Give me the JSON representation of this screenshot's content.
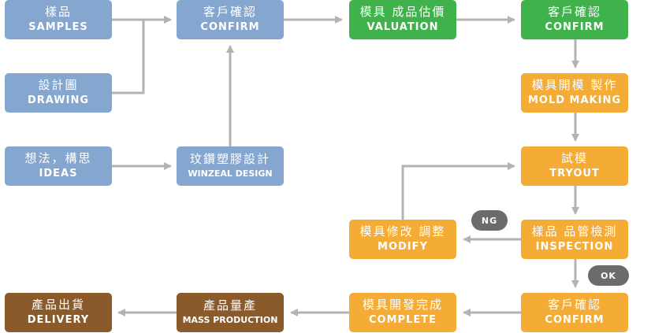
{
  "nodes": {
    "samples": {
      "zh": "樣品",
      "en": "SAMPLES"
    },
    "drawing": {
      "zh": "設計圖",
      "en": "DRAWING"
    },
    "ideas": {
      "zh": "想法，構思",
      "en": "IDEAS"
    },
    "confirm1": {
      "zh": "客戶確認",
      "en": "CONFIRM"
    },
    "winzeal": {
      "zh": "玟鑽塑膠設計",
      "en": "WINZEAL DESIGN"
    },
    "valuation": {
      "zh": "模具 成品估價",
      "en": "VALUATION"
    },
    "confirm2": {
      "zh": "客戶確認",
      "en": "CONFIRM"
    },
    "mold_making": {
      "zh": "模具開模 製作",
      "en": "MOLD MAKING"
    },
    "tryout": {
      "zh": "試模",
      "en": "TRYOUT"
    },
    "modify": {
      "zh": "模具修改 調整",
      "en": "MODIFY"
    },
    "inspection": {
      "zh": "樣品 品管檢測",
      "en": "INSPECTION"
    },
    "confirm3": {
      "zh": "客戶確認",
      "en": "CONFIRM"
    },
    "complete": {
      "zh": "模具開發完成",
      "en": "COMPLETE"
    },
    "mass_production": {
      "zh": "產品量產",
      "en": "MASS PRODUCTION"
    },
    "delivery": {
      "zh": "產品出貨",
      "en": "DELIVERY"
    }
  },
  "badges": {
    "ng": "NG",
    "ok": "OK"
  },
  "colors": {
    "blue": "#85a6cf",
    "green": "#3fb24c",
    "orange": "#f4ac37",
    "brown": "#8b5a2b",
    "arrow": "#b3b3b3",
    "badge": "#6b6b6b"
  }
}
